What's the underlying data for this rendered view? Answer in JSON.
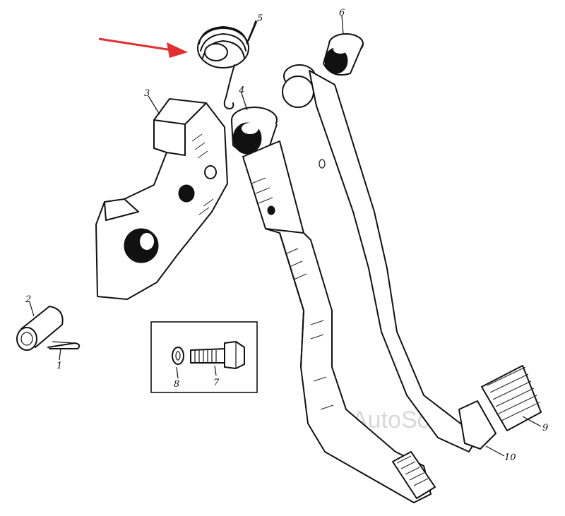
{
  "diagram": {
    "watermark": "AutoSoft",
    "callouts": {
      "c1": "1",
      "c2": "2",
      "c3": "3",
      "c4": "4",
      "c5": "5",
      "c6": "6",
      "c7": "7",
      "c8": "8",
      "c9": "9",
      "c10": "10"
    },
    "colors": {
      "ink": "#111111",
      "paper": "#ffffff",
      "arrow": "#e03030",
      "watermark": "#d8d8d8"
    }
  }
}
